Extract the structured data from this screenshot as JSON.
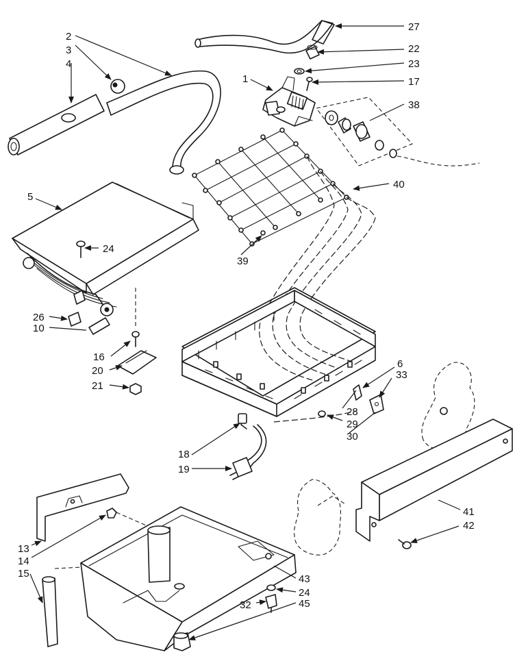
{
  "callouts": {
    "c1": "1",
    "c2": "2",
    "c3": "3",
    "c4": "4",
    "c5": "5",
    "c6": "6",
    "c10": "10",
    "c13": "13",
    "c14": "14",
    "c15": "15",
    "c16": "16",
    "c17": "17",
    "c18": "18",
    "c19": "19",
    "c20": "20",
    "c21": "21",
    "c22": "22",
    "c23": "23",
    "c24a": "24",
    "c24b": "24",
    "c26": "26",
    "c27": "27",
    "c28": "28",
    "c29": "29",
    "c30": "30",
    "c32": "32",
    "c33": "33",
    "c38": "38",
    "c39": "39",
    "c40": "40",
    "c41": "41",
    "c42": "42",
    "c43": "43",
    "c45": "45"
  },
  "colors": {
    "ink": "#1a1a1a",
    "paper": "#ffffff"
  }
}
